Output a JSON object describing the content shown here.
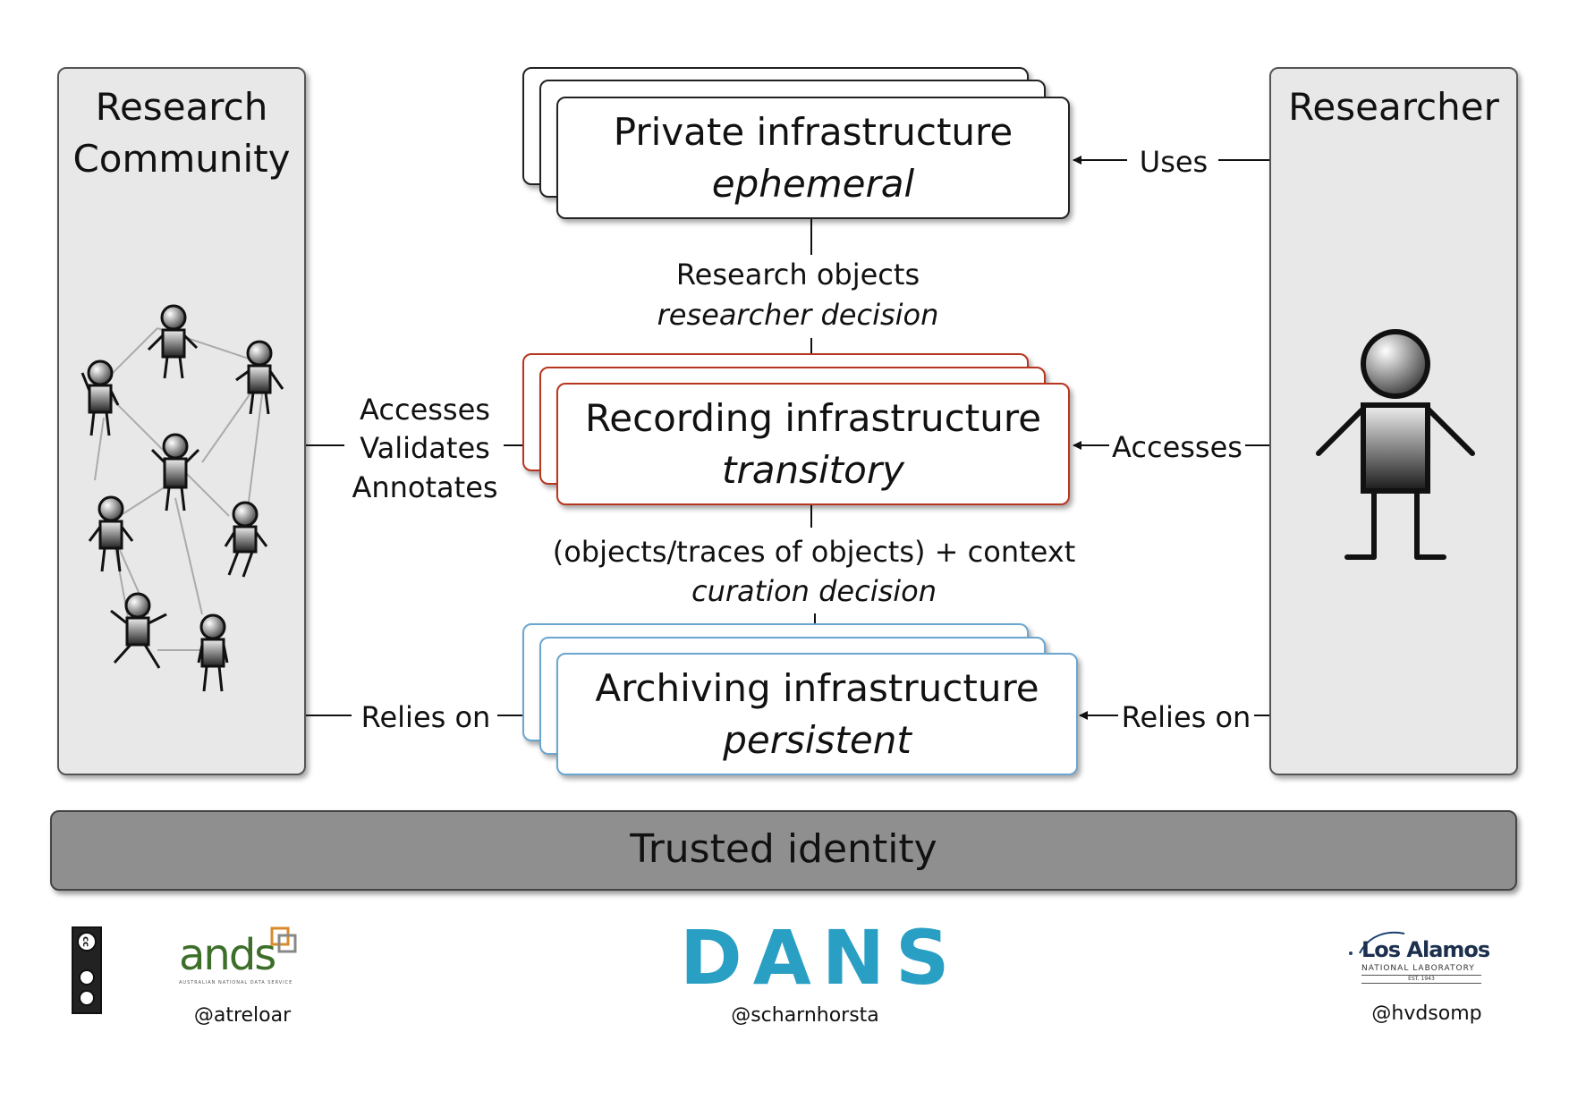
{
  "left_panel": {
    "title_line1": "Research",
    "title_line2": "Community"
  },
  "right_panel": {
    "title": "Researcher"
  },
  "private": {
    "title": "Private infrastructure",
    "subtitle": "ephemeral"
  },
  "recording": {
    "title": "Recording infrastructure",
    "subtitle": "transitory"
  },
  "archiving": {
    "title": "Archiving infrastructure",
    "subtitle": "persistent"
  },
  "flow1": {
    "line1": "Research objects",
    "line2": "researcher decision"
  },
  "flow2": {
    "line1": "(objects/traces of objects) + context",
    "line2": "curation decision"
  },
  "left_labels": {
    "accesses": "Accesses",
    "validates": "Validates",
    "annotates": "Annotates",
    "relies_on": "Relies on"
  },
  "right_labels": {
    "uses": "Uses",
    "accesses": "Accesses",
    "relies_on": "Relies on"
  },
  "bottom_bar": {
    "label": "Trusted identity"
  },
  "footer": {
    "ands_logo": "ands",
    "ands_tagline": "AUSTRALIAN NATIONAL DATA SERVICE",
    "ands_handle": "@atreloar",
    "dans_logo": "DANS",
    "dans_handle": "@scharnhorsta",
    "lanl_logo": "Los Alamos",
    "lanl_sub": "NATIONAL LABORATORY",
    "lanl_est": "EST. 1943",
    "lanl_handle": "@hvdsomp",
    "cc_badge": "cc BY SA"
  },
  "colors": {
    "recording_border": "#b8361f",
    "archiving_border": "#6ba6cf",
    "dans": "#2a9fc4",
    "ands_green": "#3d6e2a",
    "ands_orange": "#d98b2b"
  },
  "icons": [
    "community-figures-icon",
    "researcher-figure-icon",
    "cc-license-icon"
  ]
}
